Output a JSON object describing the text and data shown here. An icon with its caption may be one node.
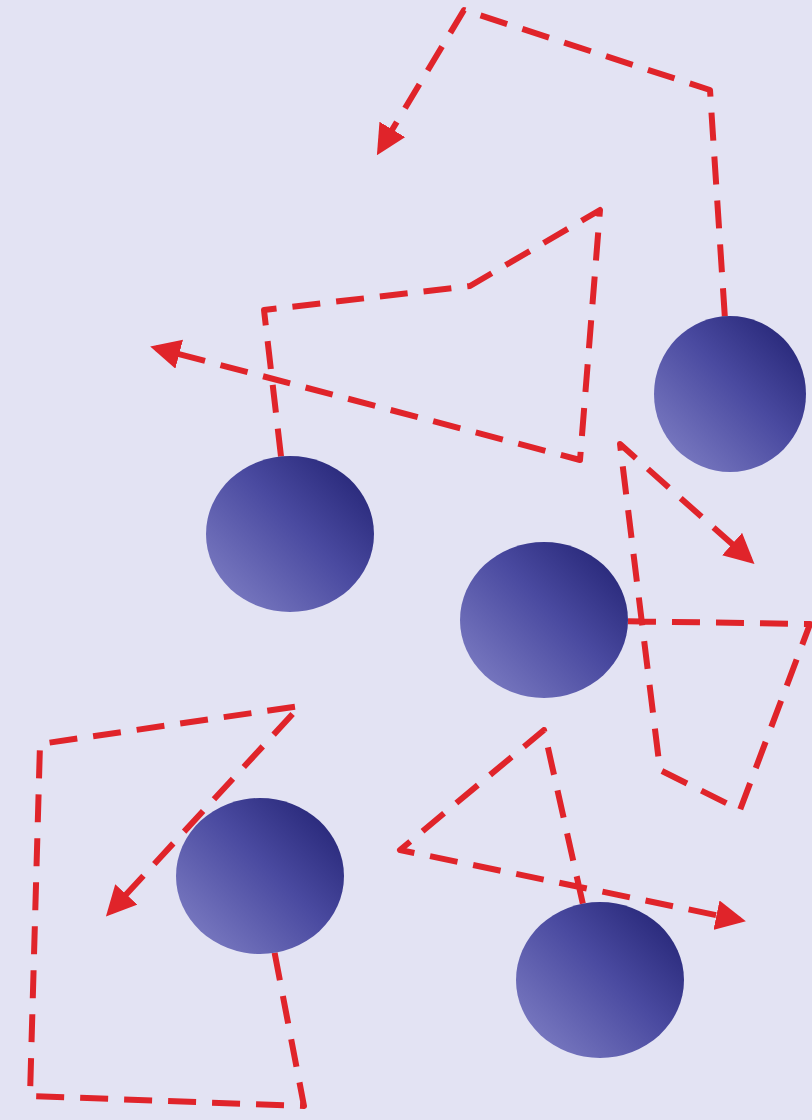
{
  "diagram": {
    "nodes": [
      {
        "text": [],
        "shape": "circle"
      },
      {
        "text": [],
        "shape": "circle"
      },
      {
        "text": [],
        "shape": "circle"
      },
      {
        "text": [],
        "shape": "circle"
      },
      {
        "text": [],
        "shape": "circle"
      }
    ],
    "edges": [
      {
        "from": 0,
        "to": null,
        "arrow": "to",
        "style": "dashed"
      },
      {
        "from": 1,
        "to": null,
        "arrow": "to",
        "style": "dashed"
      },
      {
        "from": 2,
        "to": null,
        "arrow": "to",
        "style": "dashed"
      },
      {
        "from": 3,
        "to": null,
        "arrow": "to",
        "style": "dashed"
      },
      {
        "from": 4,
        "to": null,
        "arrow": "to",
        "style": "dashed"
      }
    ]
  }
}
